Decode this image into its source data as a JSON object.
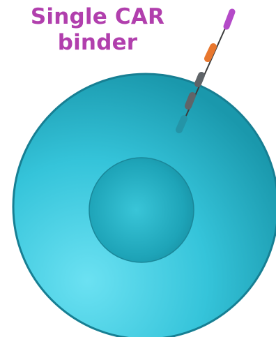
{
  "title": {
    "line1": "Single CAR",
    "line2": "binder"
  },
  "colors": {
    "title": "#b13fad",
    "cell_outer": "#2fbcd3",
    "cell_edge": "#177f93",
    "nucleus": "#1b9bb1",
    "binder_magenta": "#b44ac8",
    "hinge_orange": "#e8772e",
    "transmembrane_gray": "#5f6468",
    "signaling_teal": "#2494a7"
  },
  "icons": [
    "car-binder-domain",
    "cell-membrane",
    "nucleus"
  ]
}
